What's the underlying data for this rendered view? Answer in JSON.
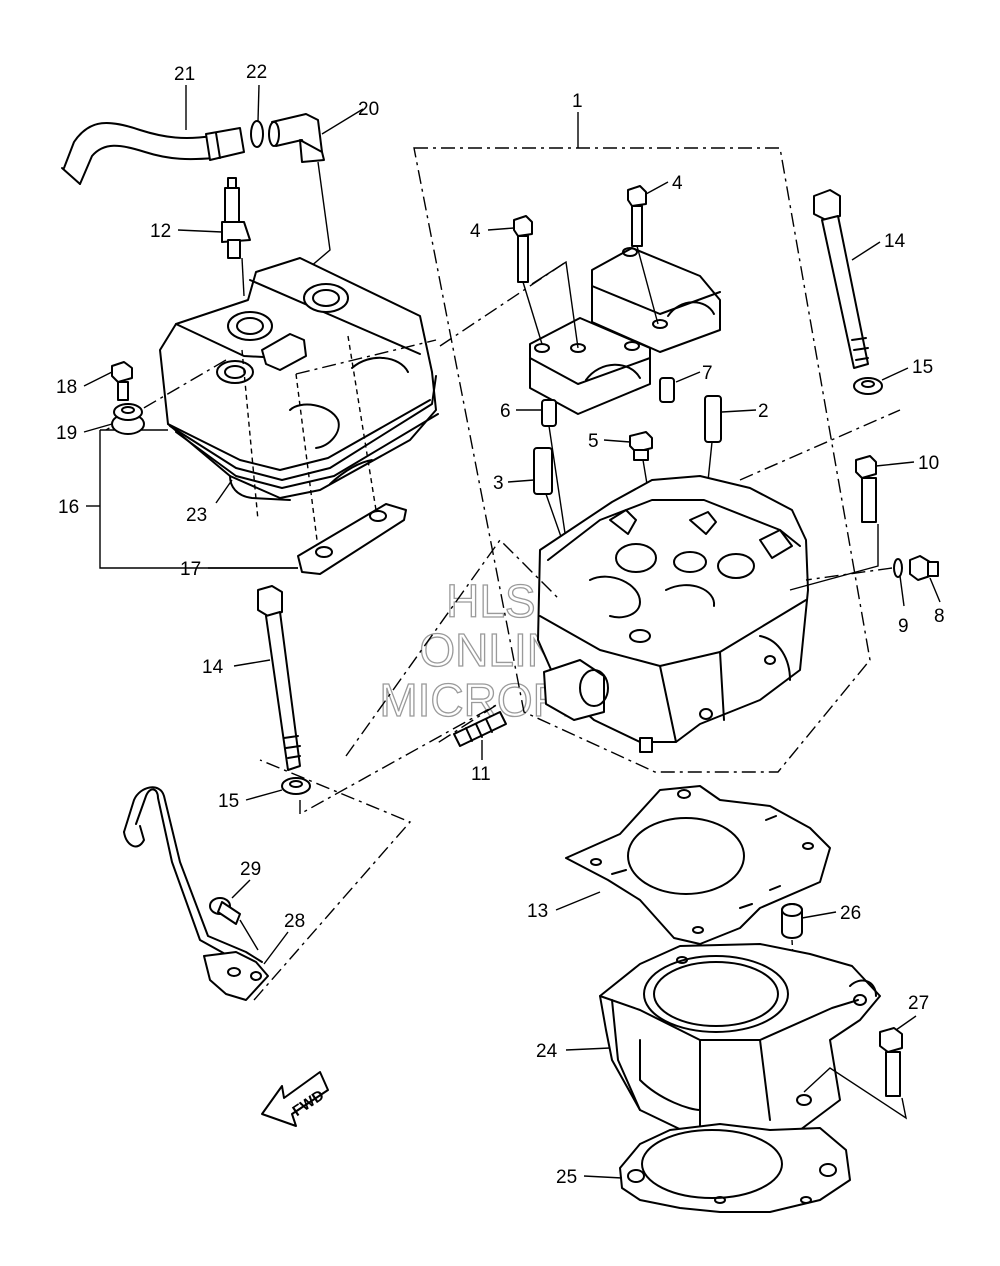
{
  "watermark": {
    "line1": "HLSM",
    "line2": "ONLINE",
    "line3": "MICROFICHE"
  },
  "direction_arrow": {
    "label": "FWD"
  },
  "callouts": {
    "c1": "1",
    "c2": "2",
    "c3": "3",
    "c4a": "4",
    "c4b": "4",
    "c5": "5",
    "c6": "6",
    "c7": "7",
    "c8": "8",
    "c9": "9",
    "c10": "10",
    "c11": "11",
    "c12": "12",
    "c13": "13",
    "c14a": "14",
    "c14b": "14",
    "c15a": "15",
    "c15b": "15",
    "c16": "16",
    "c17": "17",
    "c18": "18",
    "c19": "19",
    "c20": "20",
    "c21": "21",
    "c22": "22",
    "c23": "23",
    "c24": "24",
    "c25": "25",
    "c26": "26",
    "c27": "27",
    "c28": "28",
    "c29": "29"
  },
  "colors": {
    "line": "#000000",
    "background": "#ffffff",
    "watermark": "#9a9a9a"
  }
}
